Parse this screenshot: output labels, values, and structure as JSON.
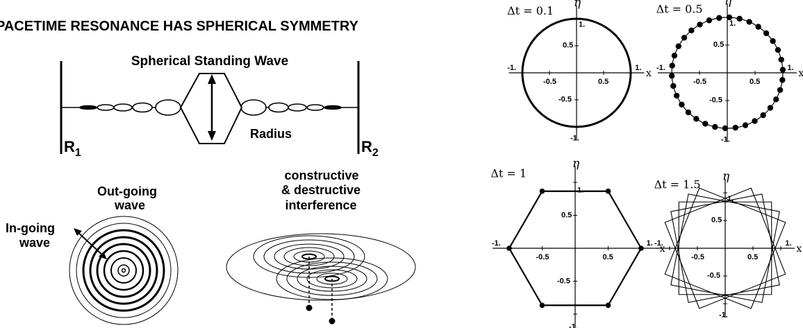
{
  "left": {
    "headline": "PACETIME RESONANCE HAS SPHERICAL SYMMETRY",
    "standing_wave_title": "Spherical Standing Wave",
    "radius_label": "Radius",
    "r1_main": "R",
    "r1_sub": "1",
    "r2_main": "R",
    "r2_sub": "2",
    "outgoing_line1": "Out-going",
    "outgoing_line2": "wave",
    "ingoing_line1": "In-going",
    "ingoing_line2": "wave",
    "interference_line1": "constructive",
    "interference_line2": "& destructive",
    "interference_line3": "interference"
  },
  "right": {
    "plots": [
      {
        "dt_label": "Δt = 0.1",
        "y_name": "η",
        "x_name": "x",
        "shape": "circle"
      },
      {
        "dt_label": "Δt = 0.5",
        "y_name": "η",
        "x_name": "x",
        "shape": "dotted-circle"
      },
      {
        "dt_label": "Δt = 1",
        "y_name": "η",
        "x_name": "x",
        "shape": "hexagon"
      },
      {
        "dt_label": "Δt = 1.5",
        "y_name": "η",
        "x_name": "x",
        "shape": "rotated-polygons"
      }
    ],
    "tick_labels": {
      "neg1": "-1.",
      "neg05": "-0.5",
      "pos05": "0.5",
      "pos1": "1."
    }
  }
}
